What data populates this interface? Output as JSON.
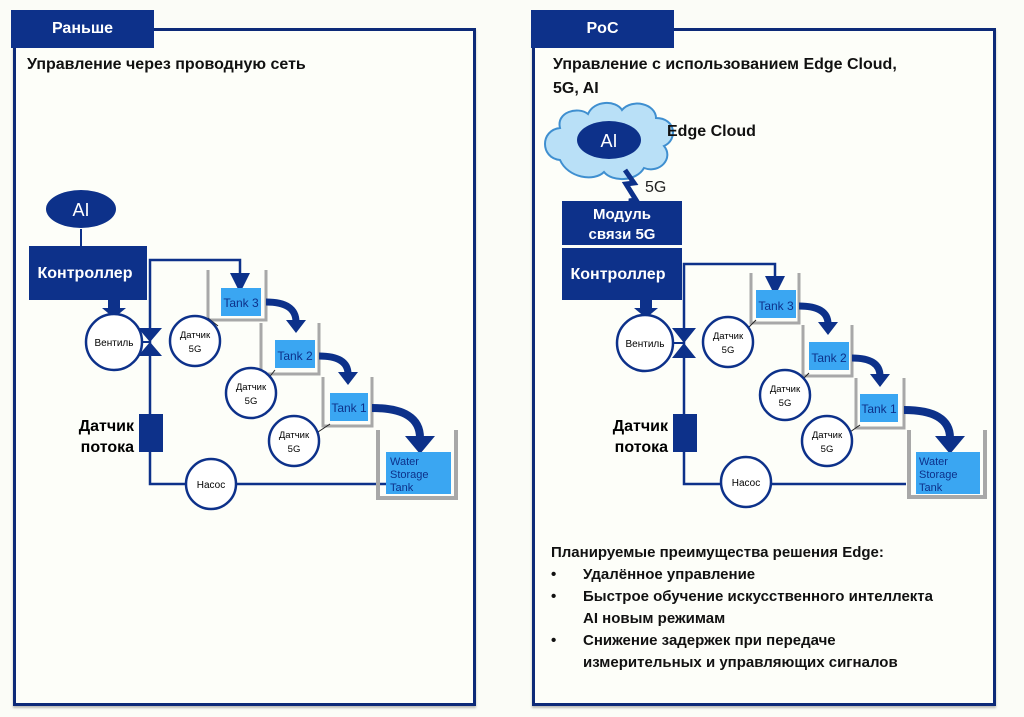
{
  "colors": {
    "navy": "#0d318a",
    "border": "#0d2a78",
    "tank_water": "#3aa6f2",
    "tank_wall": "#a8a8a8",
    "cloud": "#b9e0f7",
    "background": "#fbfcf7"
  },
  "left_panel": {
    "tab_label": "Раньше",
    "heading": "Управление через проводную сеть",
    "diagram": {
      "ai_label": "AI",
      "controller_label": "Контроллер",
      "valve_label": "Вентиль",
      "flow_sensor_label_line1": "Датчик",
      "flow_sensor_label_line2": "потока",
      "pump_label": "Насос",
      "sensor_label_line1": "Датчик",
      "sensor_label_line2": "5G",
      "tanks": [
        "Tank 3",
        "Tank 2",
        "Tank 1"
      ],
      "storage_tank_lines": [
        "Water",
        "Storage",
        "Tank"
      ]
    }
  },
  "right_panel": {
    "tab_label": "PoC",
    "heading_line1": "Управление с использованием Edge Cloud,",
    "heading_line2": "5G, AI",
    "diagram": {
      "cloud_label": "Edge Cloud",
      "ai_label": "AI",
      "link_label": "5G",
      "module_label_line1": "Модуль",
      "module_label_line2": "связи 5G",
      "controller_label": "Контроллер",
      "valve_label": "Вентиль",
      "flow_sensor_label_line1": "Датчик",
      "flow_sensor_label_line2": "потока",
      "pump_label": "Насос",
      "sensor_label_line1": "Датчик",
      "sensor_label_line2": "5G",
      "tanks": [
        "Tank 3",
        "Tank 2",
        "Tank 1"
      ],
      "storage_tank_lines": [
        "Water",
        "Storage",
        "Tank"
      ]
    },
    "benefits": {
      "title": "Планируемые преимущества решения Edge:",
      "bullet": "•",
      "items": [
        {
          "line1": "Удалённое управление",
          "line2": ""
        },
        {
          "line1": "Быстрое обучение искусственного интеллекта",
          "line2": "AI новым режимам"
        },
        {
          "line1": "Снижение задержек при передаче",
          "line2": "измерительных и управляющих сигналов"
        }
      ]
    }
  }
}
